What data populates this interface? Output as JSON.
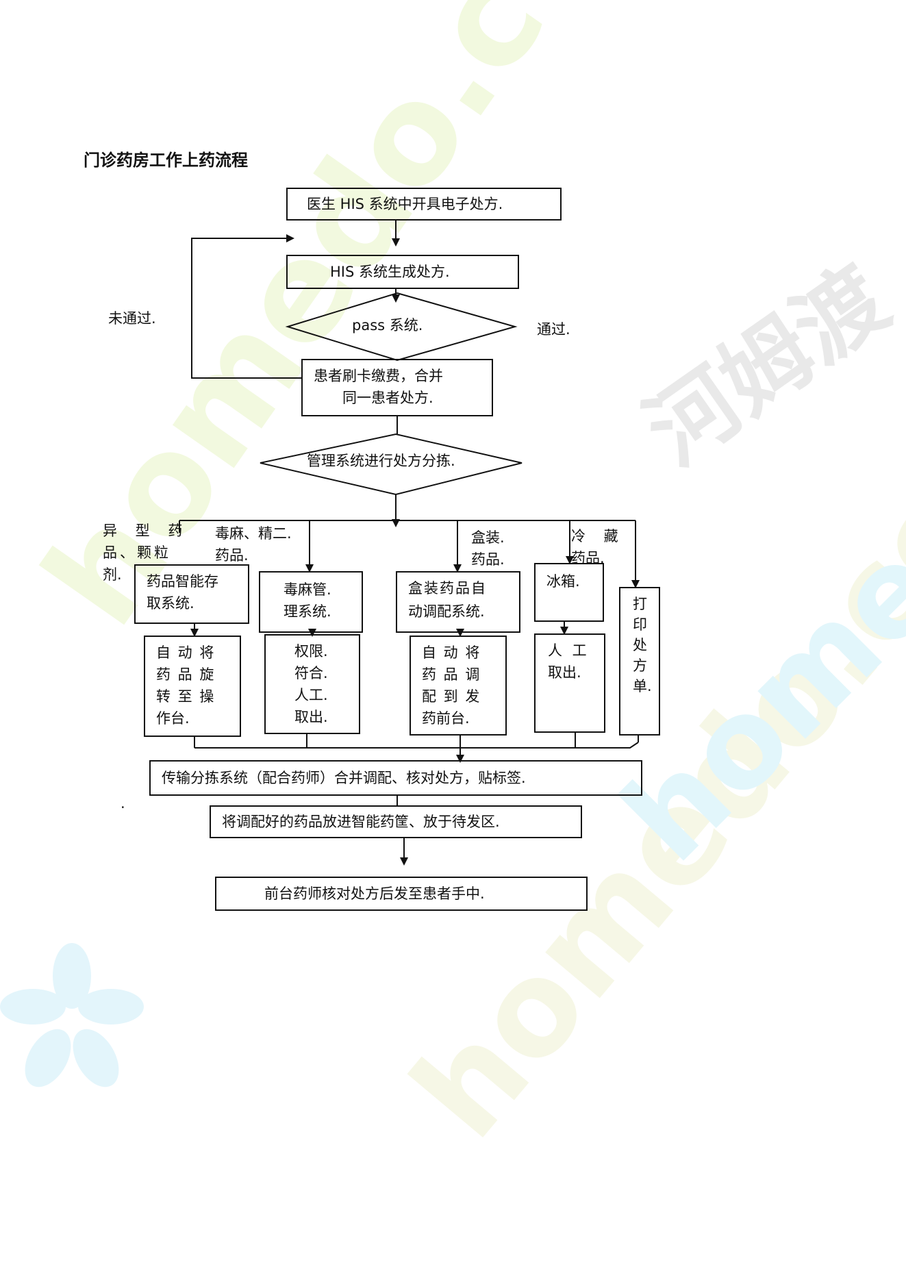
{
  "title": "门诊药房工作上药流程",
  "watermark": {
    "latin": "homedo.com",
    "cn": "河姆渡"
  },
  "nodes": {
    "n1": "医生 HIS 系统中开具电子处方.",
    "n2": "HIS 系统生成处方.",
    "n3": "pass 系统.",
    "n4a": "患者刷卡缴费，合并",
    "n4b": "同一患者处方.",
    "n5": "管理系统进行处方分拣.",
    "b1a": "药品智能存",
    "b1b": "取系统.",
    "b2a": "毒麻管.",
    "b2b": "理系统.",
    "b3a": "盒装药品自",
    "b3b": "动调配系统.",
    "b4": "冰箱.",
    "b5": [
      "打",
      "印",
      "处",
      "方",
      "单."
    ],
    "c1": [
      "自 动 将",
      "药 品 旋",
      "转 至 操",
      "作台."
    ],
    "c2": [
      "权限.",
      "符合.",
      "人工.",
      "取出."
    ],
    "c3": [
      "自 动 将",
      "药 品 调",
      "配 到 发",
      "药前台."
    ],
    "c4": [
      "人 工",
      "取出."
    ],
    "f1": "传输分拣系统（配合药师）合并调配、核对处方，贴标签.",
    "f2": "将调配好的药品放进智能药筐、放于待发区.",
    "f3": "前台药师核对处方后发至患者手中."
  },
  "labels": {
    "fail": "未通过.",
    "pass": "通过.",
    "cat1a": "异 型 药",
    "cat1b": "品、颗粒",
    "cat1c": "剂.",
    "cat2a": "毒麻、精二.",
    "cat2b": "药品.",
    "cat3a": "盒装.",
    "cat3b": "药品.",
    "cat4a": "冷 藏",
    "cat4b": "药品.",
    "stray": ".",
    "stray_right": "."
  }
}
